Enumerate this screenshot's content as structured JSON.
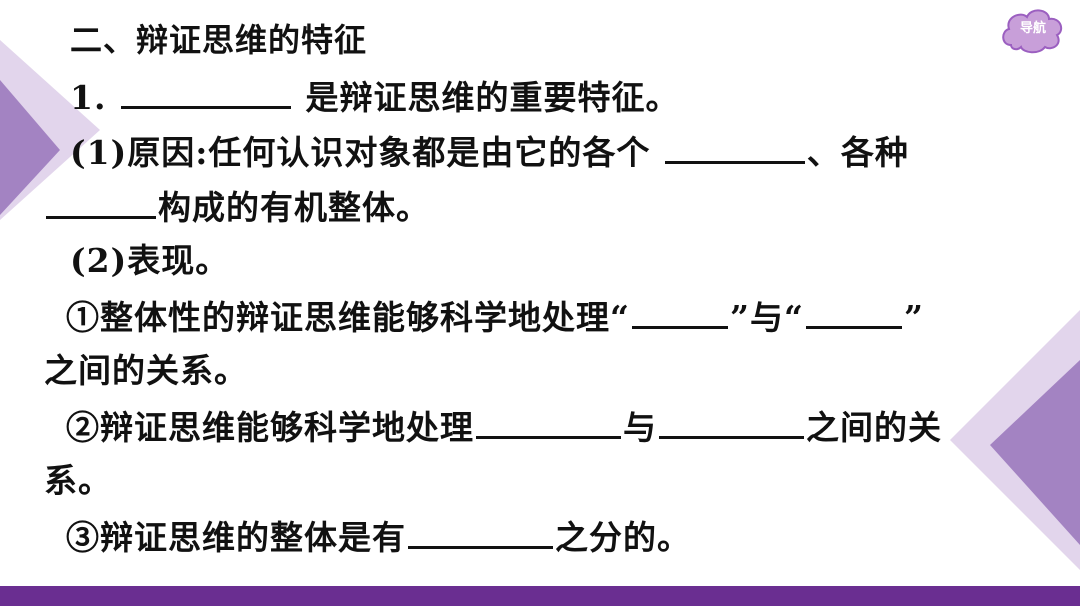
{
  "nav": {
    "label": "导航"
  },
  "colors": {
    "accent": "#6a2e91",
    "triangle_dark": "#9b79b8",
    "triangle_light": "#d6c6e3",
    "nav_bubble": "#c9a3da"
  },
  "title": "二、辩证思维的特征",
  "line1": {
    "prefix": "1. ",
    "suffix": " 是辩证思维的重要特征。"
  },
  "line2": {
    "text": "(1)原因:任何认识对象都是由它的各个 ",
    "mid": "、各种"
  },
  "line3": {
    "text": "构成的有机整体。"
  },
  "line4": {
    "text": "(2)表现。"
  },
  "line5": {
    "text": "①整体性的辩证思维能够科学地处理“",
    "mid": "”与“",
    "end": "”"
  },
  "line6": {
    "text": "之间的关系。"
  },
  "line7": {
    "text": "②辩证思维能够科学地处理",
    "mid": "与",
    "end": "之间的关"
  },
  "line8": {
    "text": "系。"
  },
  "line9": {
    "text": "③辩证思维的整体是有",
    "end": "之分的。"
  }
}
